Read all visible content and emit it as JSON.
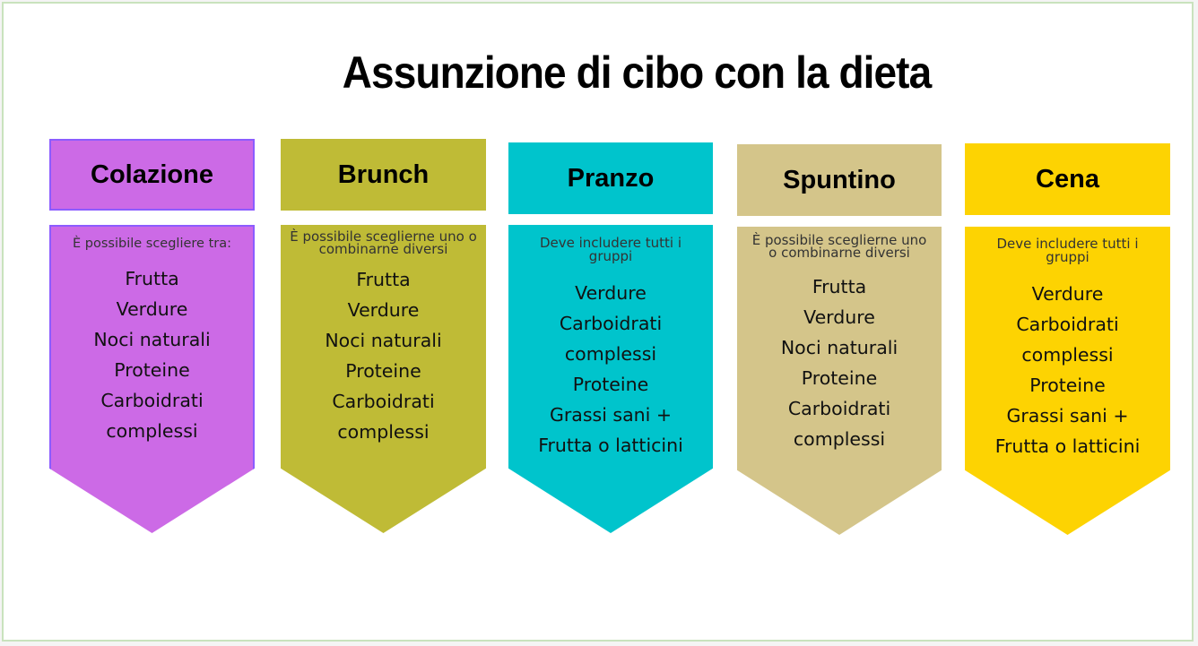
{
  "title": "Assunzione di cibo con la dieta",
  "colors": {
    "frame_border": "#c9e2bd",
    "colazione": "#cc6ae6",
    "colazione_border": "#8c5cff",
    "brunch": "#bfbb36",
    "pranzo": "#00c4cc",
    "spuntino": "#d4c58a",
    "cena": "#fdd302"
  },
  "meals": [
    {
      "name": "Colazione",
      "intro": "È possibile scegliere tra:",
      "items": [
        "Frutta",
        "Verdure",
        "Noci naturali",
        "Proteine",
        "Carboidrati",
        "complessi"
      ]
    },
    {
      "name": "Brunch",
      "intro": "È possibile sceglierne uno o combinarne diversi",
      "items": [
        "Frutta",
        "Verdure",
        "Noci naturali",
        "Proteine",
        "Carboidrati",
        "complessi"
      ]
    },
    {
      "name": "Pranzo",
      "intro": "Deve includere tutti i gruppi",
      "items": [
        "Verdure",
        "Carboidrati",
        "complessi",
        "Proteine",
        "Grassi sani +",
        "Frutta o latticini"
      ]
    },
    {
      "name": "Spuntino",
      "intro": "È possibile sceglierne uno o combinarne diversi",
      "items": [
        "Frutta",
        "Verdure",
        "Noci naturali",
        "Proteine",
        "Carboidrati",
        "complessi"
      ]
    },
    {
      "name": "Cena",
      "intro": "Deve includere tutti i gruppi",
      "items": [
        "Verdure",
        "Carboidrati",
        "complessi",
        "Proteine",
        "Grassi sani +",
        "Frutta o latticini"
      ]
    }
  ]
}
